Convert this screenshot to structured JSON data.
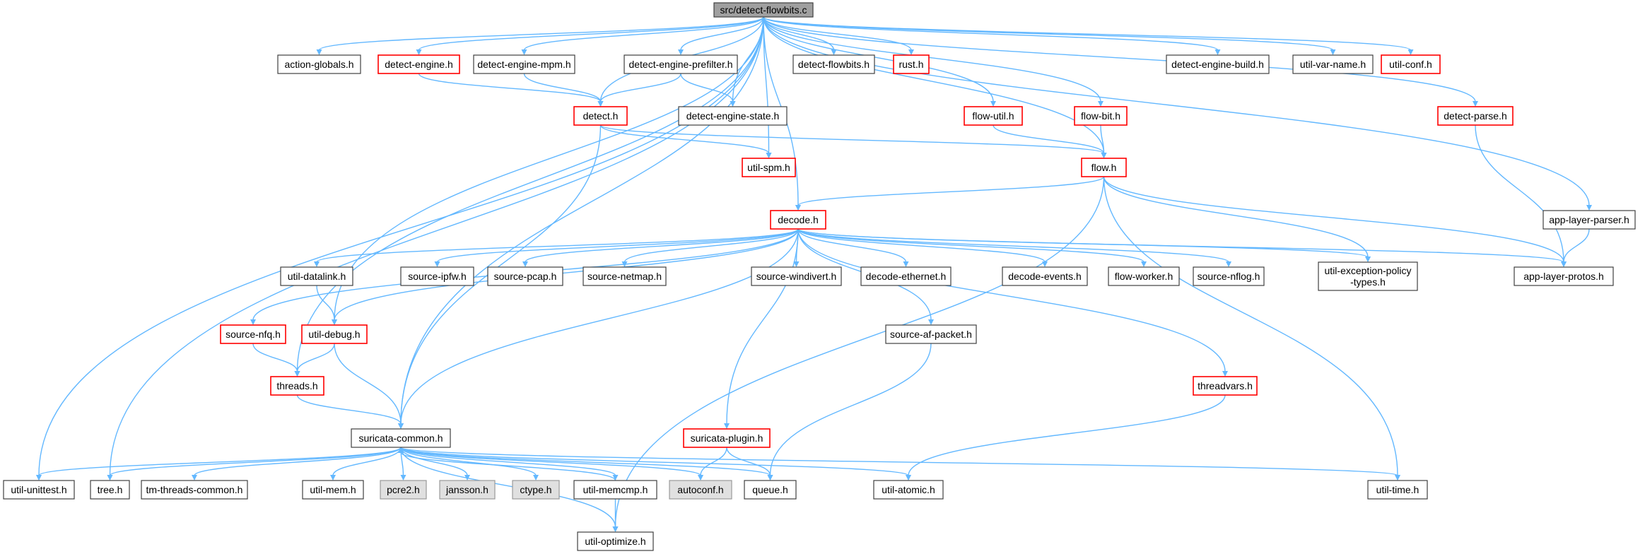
{
  "nodes": [
    {
      "id": "root",
      "label": "src/detect-flowbits.c",
      "style": "root"
    },
    {
      "id": "action-globals",
      "label": "action-globals.h",
      "style": "normal"
    },
    {
      "id": "detect-engine",
      "label": "detect-engine.h",
      "style": "red"
    },
    {
      "id": "detect-engine-mpm",
      "label": "detect-engine-mpm.h",
      "style": "normal"
    },
    {
      "id": "detect-engine-prefilter",
      "label": "detect-engine-prefilter.h",
      "style": "normal"
    },
    {
      "id": "detect-flowbits",
      "label": "detect-flowbits.h",
      "style": "normal"
    },
    {
      "id": "rust",
      "label": "rust.h",
      "style": "red"
    },
    {
      "id": "detect-engine-build",
      "label": "detect-engine-build.h",
      "style": "normal"
    },
    {
      "id": "util-var-name",
      "label": "util-var-name.h",
      "style": "normal"
    },
    {
      "id": "util-conf",
      "label": "util-conf.h",
      "style": "red"
    },
    {
      "id": "detect",
      "label": "detect.h",
      "style": "red"
    },
    {
      "id": "detect-engine-state",
      "label": "detect-engine-state.h",
      "style": "normal"
    },
    {
      "id": "flow-util",
      "label": "flow-util.h",
      "style": "red"
    },
    {
      "id": "flow-bit",
      "label": "flow-bit.h",
      "style": "red"
    },
    {
      "id": "detect-parse",
      "label": "detect-parse.h",
      "style": "red"
    },
    {
      "id": "util-spm",
      "label": "util-spm.h",
      "style": "red"
    },
    {
      "id": "flow",
      "label": "flow.h",
      "style": "red"
    },
    {
      "id": "decode",
      "label": "decode.h",
      "style": "red"
    },
    {
      "id": "app-layer-parser",
      "label": "app-layer-parser.h",
      "style": "normal"
    },
    {
      "id": "util-datalink",
      "label": "util-datalink.h",
      "style": "normal"
    },
    {
      "id": "source-ipfw",
      "label": "source-ipfw.h",
      "style": "normal"
    },
    {
      "id": "source-pcap",
      "label": "source-pcap.h",
      "style": "normal"
    },
    {
      "id": "source-netmap",
      "label": "source-netmap.h",
      "style": "normal"
    },
    {
      "id": "source-windivert",
      "label": "source-windivert.h",
      "style": "normal"
    },
    {
      "id": "decode-ethernet",
      "label": "decode-ethernet.h",
      "style": "normal"
    },
    {
      "id": "decode-events",
      "label": "decode-events.h",
      "style": "normal"
    },
    {
      "id": "flow-worker",
      "label": "flow-worker.h",
      "style": "normal"
    },
    {
      "id": "source-nflog",
      "label": "source-nflog.h",
      "style": "normal"
    },
    {
      "id": "util-exception-policy-types",
      "label": "util-exception-policy\n-types.h",
      "style": "normal"
    },
    {
      "id": "app-layer-protos",
      "label": "app-layer-protos.h",
      "style": "normal"
    },
    {
      "id": "source-nfq",
      "label": "source-nfq.h",
      "style": "red"
    },
    {
      "id": "util-debug",
      "label": "util-debug.h",
      "style": "red"
    },
    {
      "id": "source-af-packet",
      "label": "source-af-packet.h",
      "style": "normal"
    },
    {
      "id": "threads",
      "label": "threads.h",
      "style": "red"
    },
    {
      "id": "threadvars",
      "label": "threadvars.h",
      "style": "red"
    },
    {
      "id": "suricata-common",
      "label": "suricata-common.h",
      "style": "normal"
    },
    {
      "id": "suricata-plugin",
      "label": "suricata-plugin.h",
      "style": "red"
    },
    {
      "id": "util-unittest",
      "label": "util-unittest.h",
      "style": "normal"
    },
    {
      "id": "tree",
      "label": "tree.h",
      "style": "normal"
    },
    {
      "id": "tm-threads-common",
      "label": "tm-threads-common.h",
      "style": "normal"
    },
    {
      "id": "util-mem",
      "label": "util-mem.h",
      "style": "normal"
    },
    {
      "id": "pcre2",
      "label": "pcre2.h",
      "style": "gray"
    },
    {
      "id": "jansson",
      "label": "jansson.h",
      "style": "gray"
    },
    {
      "id": "ctype",
      "label": "ctype.h",
      "style": "gray"
    },
    {
      "id": "util-memcmp",
      "label": "util-memcmp.h",
      "style": "normal"
    },
    {
      "id": "autoconf",
      "label": "autoconf.h",
      "style": "gray"
    },
    {
      "id": "queue",
      "label": "queue.h",
      "style": "normal"
    },
    {
      "id": "util-atomic",
      "label": "util-atomic.h",
      "style": "normal"
    },
    {
      "id": "util-time",
      "label": "util-time.h",
      "style": "normal"
    },
    {
      "id": "util-optimize",
      "label": "util-optimize.h",
      "style": "normal"
    }
  ],
  "edges": [
    [
      "root",
      "action-globals"
    ],
    [
      "root",
      "detect-engine"
    ],
    [
      "root",
      "detect-engine-mpm"
    ],
    [
      "root",
      "detect-engine-prefilter"
    ],
    [
      "root",
      "detect-flowbits"
    ],
    [
      "root",
      "rust"
    ],
    [
      "root",
      "detect-engine-build"
    ],
    [
      "root",
      "util-var-name"
    ],
    [
      "root",
      "util-conf"
    ],
    [
      "root",
      "detect"
    ],
    [
      "root",
      "detect-engine-state"
    ],
    [
      "root",
      "flow-util"
    ],
    [
      "root",
      "flow-bit"
    ],
    [
      "root",
      "detect-parse"
    ],
    [
      "root",
      "util-spm"
    ],
    [
      "root",
      "flow"
    ],
    [
      "root",
      "decode"
    ],
    [
      "root",
      "app-layer-parser"
    ],
    [
      "root",
      "util-debug"
    ],
    [
      "root",
      "threads"
    ],
    [
      "root",
      "suricata-common"
    ],
    [
      "root",
      "util-unittest"
    ],
    [
      "root",
      "tree"
    ],
    [
      "detect-engine",
      "detect"
    ],
    [
      "detect-engine-mpm",
      "detect"
    ],
    [
      "detect-engine-prefilter",
      "detect"
    ],
    [
      "detect-engine-prefilter",
      "detect-engine-state"
    ],
    [
      "detect",
      "util-spm"
    ],
    [
      "detect",
      "flow"
    ],
    [
      "detect",
      "suricata-common"
    ],
    [
      "flow-util",
      "flow"
    ],
    [
      "flow-bit",
      "flow"
    ],
    [
      "detect-parse",
      "app-layer-protos"
    ],
    [
      "flow",
      "decode"
    ],
    [
      "flow",
      "util-exception-policy-types"
    ],
    [
      "flow",
      "app-layer-protos"
    ],
    [
      "flow",
      "util-time"
    ],
    [
      "flow",
      "util-optimize"
    ],
    [
      "app-layer-parser",
      "app-layer-protos"
    ],
    [
      "decode",
      "util-datalink"
    ],
    [
      "decode",
      "source-ipfw"
    ],
    [
      "decode",
      "source-pcap"
    ],
    [
      "decode",
      "source-netmap"
    ],
    [
      "decode",
      "source-windivert"
    ],
    [
      "decode",
      "decode-ethernet"
    ],
    [
      "decode",
      "decode-events"
    ],
    [
      "decode",
      "flow-worker"
    ],
    [
      "decode",
      "source-nflog"
    ],
    [
      "decode",
      "util-exception-policy-types"
    ],
    [
      "decode",
      "app-layer-protos"
    ],
    [
      "decode",
      "source-nfq"
    ],
    [
      "decode",
      "util-debug"
    ],
    [
      "decode",
      "source-af-packet"
    ],
    [
      "decode",
      "threadvars"
    ],
    [
      "decode",
      "suricata-plugin"
    ],
    [
      "decode",
      "suricata-common"
    ],
    [
      "util-datalink",
      "util-debug"
    ],
    [
      "source-nfq",
      "threads"
    ],
    [
      "util-debug",
      "threads"
    ],
    [
      "util-debug",
      "suricata-common"
    ],
    [
      "threads",
      "suricata-common"
    ],
    [
      "source-af-packet",
      "queue"
    ],
    [
      "threadvars",
      "util-atomic"
    ],
    [
      "suricata-plugin",
      "autoconf"
    ],
    [
      "suricata-plugin",
      "queue"
    ],
    [
      "suricata-common",
      "util-unittest"
    ],
    [
      "suricata-common",
      "tree"
    ],
    [
      "suricata-common",
      "tm-threads-common"
    ],
    [
      "suricata-common",
      "util-mem"
    ],
    [
      "suricata-common",
      "pcre2"
    ],
    [
      "suricata-common",
      "jansson"
    ],
    [
      "suricata-common",
      "ctype"
    ],
    [
      "suricata-common",
      "util-memcmp"
    ],
    [
      "suricata-common",
      "autoconf"
    ],
    [
      "suricata-common",
      "queue"
    ],
    [
      "suricata-common",
      "util-atomic"
    ],
    [
      "suricata-common",
      "util-time"
    ],
    [
      "suricata-common",
      "util-optimize"
    ],
    [
      "util-memcmp",
      "suricata-common"
    ],
    [
      "util-memcmp",
      "util-optimize"
    ]
  ],
  "colors": {
    "edge": "#63b8ff",
    "red_border": "#ff0000",
    "normal_border": "#3f3f3f",
    "gray_fill": "#e0e0e0",
    "root_fill": "#a0a0a0"
  }
}
